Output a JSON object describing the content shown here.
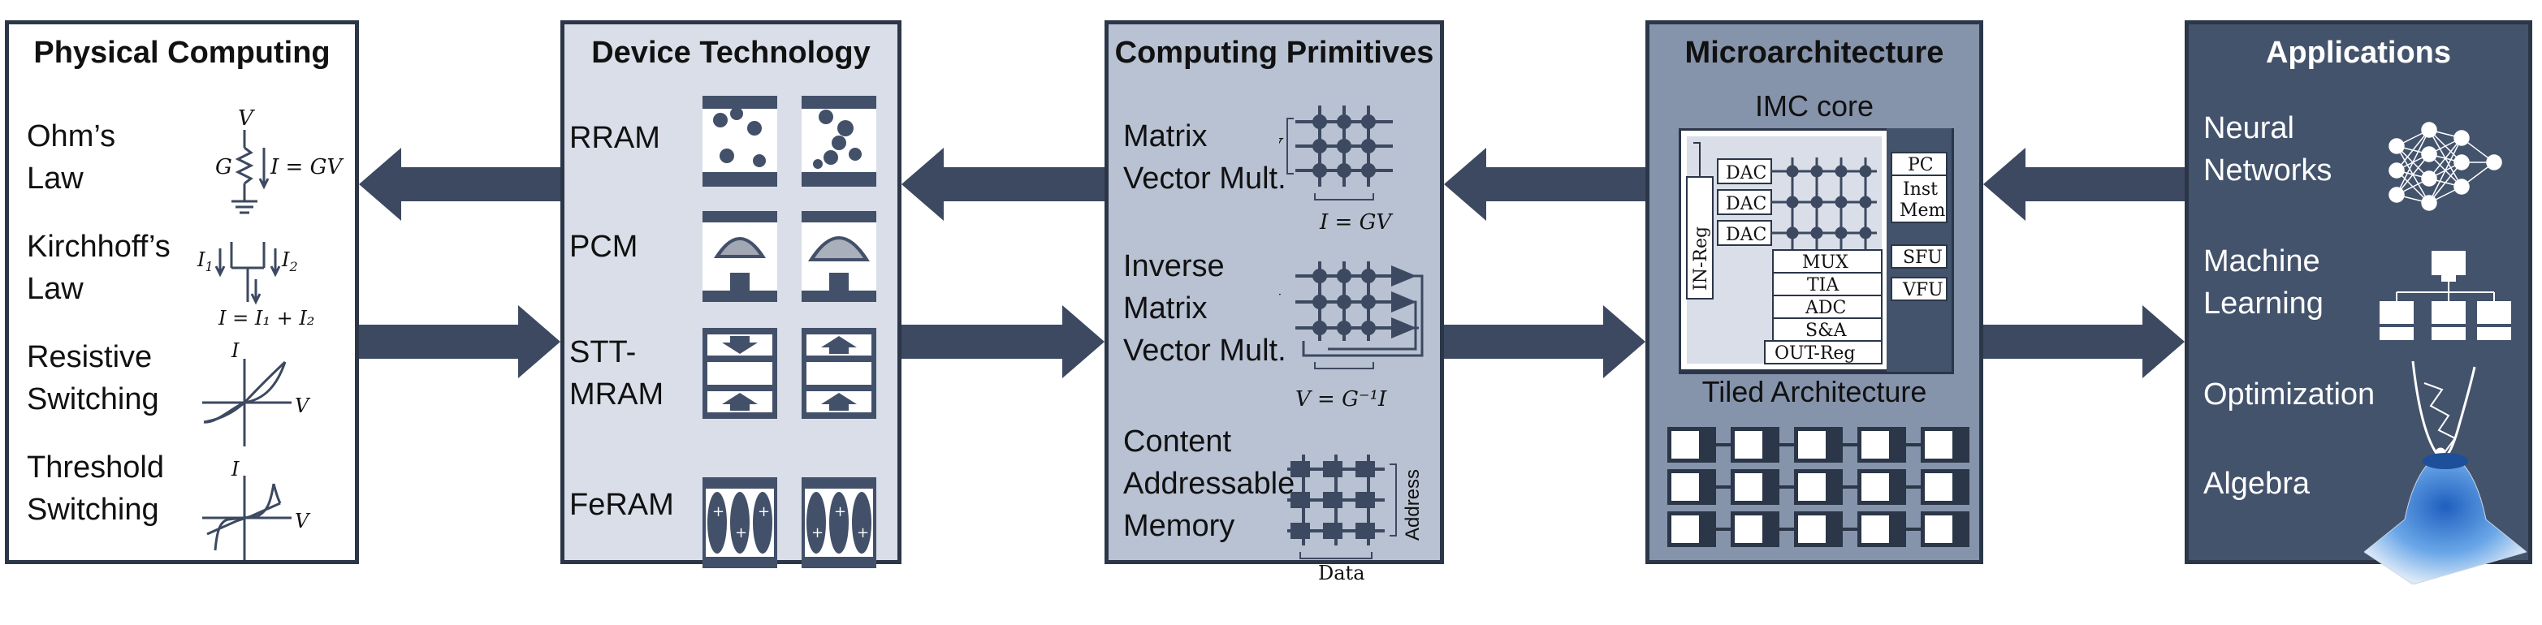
{
  "panels": {
    "physical": {
      "title": "Physical Computing",
      "items": [
        {
          "label": "Ohm’s Law",
          "line1": "Ohm’s",
          "line2": "Law"
        },
        {
          "label": "Kirchhoff’s Law",
          "line1": "Kirchhoff’s",
          "line2": "Law"
        },
        {
          "label": "Resistive Switching",
          "line1": "Resistive",
          "line2": "Switching"
        },
        {
          "label": "Threshold Switching",
          "line1": "Threshold",
          "line2": "Switching"
        }
      ],
      "ohm_eq": "I = GV",
      "ohm_v": "V",
      "ohm_g": "G",
      "kirch_i1": "I",
      "kirch_i2": "I",
      "kirch_eq": "I = I₁ + I₂",
      "iv_i": "I",
      "iv_v": "V"
    },
    "device": {
      "title": "Device Technology",
      "items": [
        "RRAM",
        "PCM",
        "STT-\nMRAM",
        "FeRAM"
      ],
      "stt_line1": "STT-",
      "stt_line2": "MRAM"
    },
    "primitives": {
      "title": "Computing Primitives",
      "mvm_line1": "Matrix",
      "mvm_line2": "Vector Mult.",
      "mvm_eq": "I = GV",
      "mvm_v": "V",
      "inv_line1": "Inverse",
      "inv_line2": "Matrix",
      "inv_line3": "Vector Mult.",
      "inv_i": "I",
      "inv_eq": "V = G⁻¹I",
      "cam_line1": "Content",
      "cam_line2": "Addressable",
      "cam_line3": "Memory",
      "cam_address": "Address",
      "cam_data": "Data"
    },
    "micro": {
      "title": "Microarchitecture",
      "core_title": "IMC core",
      "in_reg": "IN-Reg",
      "dacs": [
        "DAC",
        "DAC",
        "DAC"
      ],
      "pipeline": [
        "MUX",
        "TIA",
        "ADC",
        "S&A",
        "OUT-Reg"
      ],
      "pc": "PC",
      "inst_mem_1": "Inst",
      "inst_mem_2": "Mem",
      "sfu": "SFU",
      "vfu": "VFU",
      "tiled_title": "Tiled Architecture"
    },
    "apps": {
      "title": "Applications",
      "nn_line1": "Neural",
      "nn_line2": "Networks",
      "ml_line1": "Machine",
      "ml_line2": "Learning",
      "opt": "Optimization",
      "alg": "Algebra"
    }
  },
  "colors": {
    "physical_bg": "#ffffff",
    "device_bg": "#d9dee8",
    "primitives_bg": "#b8c2d3",
    "micro_bg": "#8593ab",
    "apps_bg": "#44536c",
    "arrow": "#3c4960",
    "border": "#2b3648",
    "device_icon": "#435069"
  }
}
